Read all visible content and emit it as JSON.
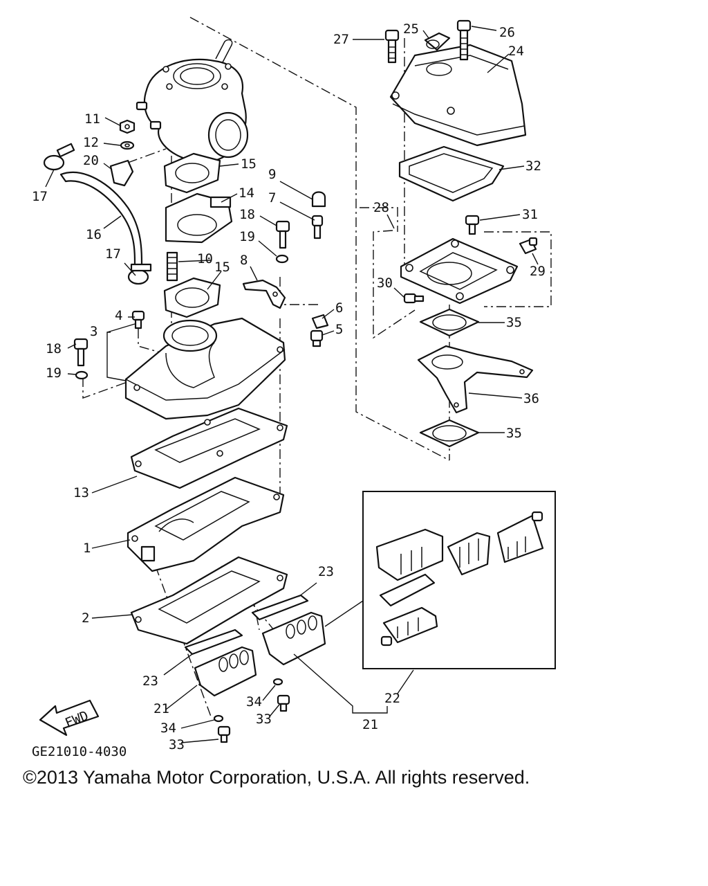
{
  "diagram_code": "GE21010-4030",
  "fwd_label": "FWD",
  "copyright": "©2013 Yamaha Motor Corporation, U.S.A. All rights reserved.",
  "callouts": {
    "c1": "1",
    "c2": "2",
    "c3": "3",
    "c4": "4",
    "c5": "5",
    "c6": "6",
    "c7": "7",
    "c8": "8",
    "c9": "9",
    "c10": "10",
    "c11": "11",
    "c12": "12",
    "c13": "13",
    "c14": "14",
    "c15a": "15",
    "c15b": "15",
    "c16": "16",
    "c17a": "17",
    "c17b": "17",
    "c18a": "18",
    "c18b": "18",
    "c19a": "19",
    "c19b": "19",
    "c20": "20",
    "c21a": "21",
    "c21b": "21",
    "c22": "22",
    "c23a": "23",
    "c23b": "23",
    "c24": "24",
    "c25": "25",
    "c26": "26",
    "c27": "27",
    "c28": "28",
    "c29": "29",
    "c30": "30",
    "c31": "31",
    "c32": "32",
    "c33a": "33",
    "c33b": "33",
    "c34a": "34",
    "c34b": "34",
    "c35a": "35",
    "c35b": "35",
    "c36": "36"
  }
}
